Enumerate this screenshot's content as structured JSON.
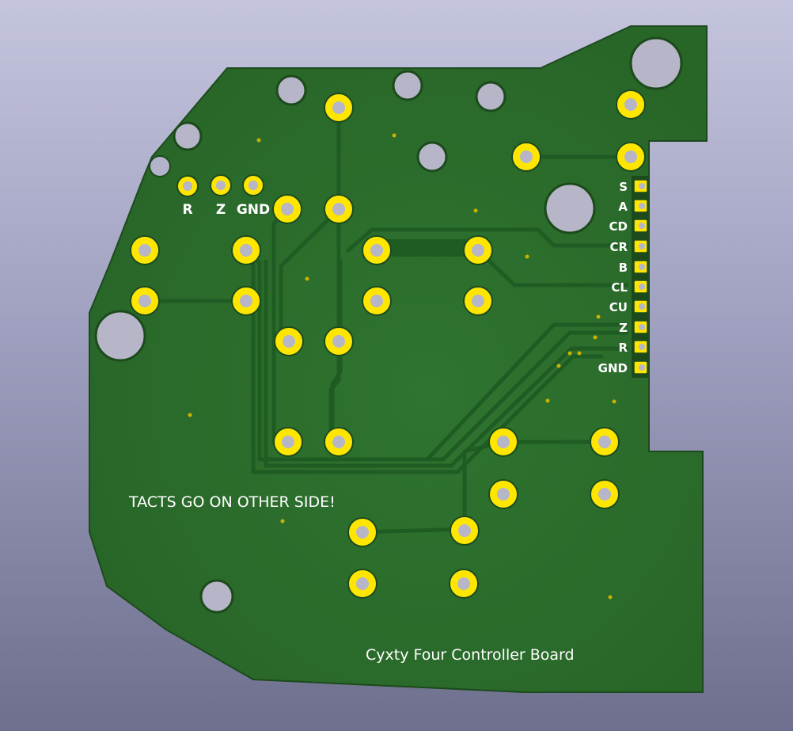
{
  "board": {
    "title": "Cyxty Four Controller Board",
    "note": "TACTS GO ON OTHER SIDE!",
    "colors": {
      "background_top": "#c4c4de",
      "background_bottom": "#6d6f8d",
      "substrate": "#2a6a2a",
      "trace": "#1e5a22",
      "pad": "#ffe600",
      "drill": "#b6b6c8",
      "silkscreen": "#ffffff"
    }
  },
  "left_header": {
    "labels": [
      "R",
      "Z",
      "GND"
    ]
  },
  "right_header": {
    "labels": [
      "S",
      "A",
      "CD",
      "CR",
      "B",
      "CL",
      "CU",
      "Z",
      "R",
      "GND"
    ]
  }
}
